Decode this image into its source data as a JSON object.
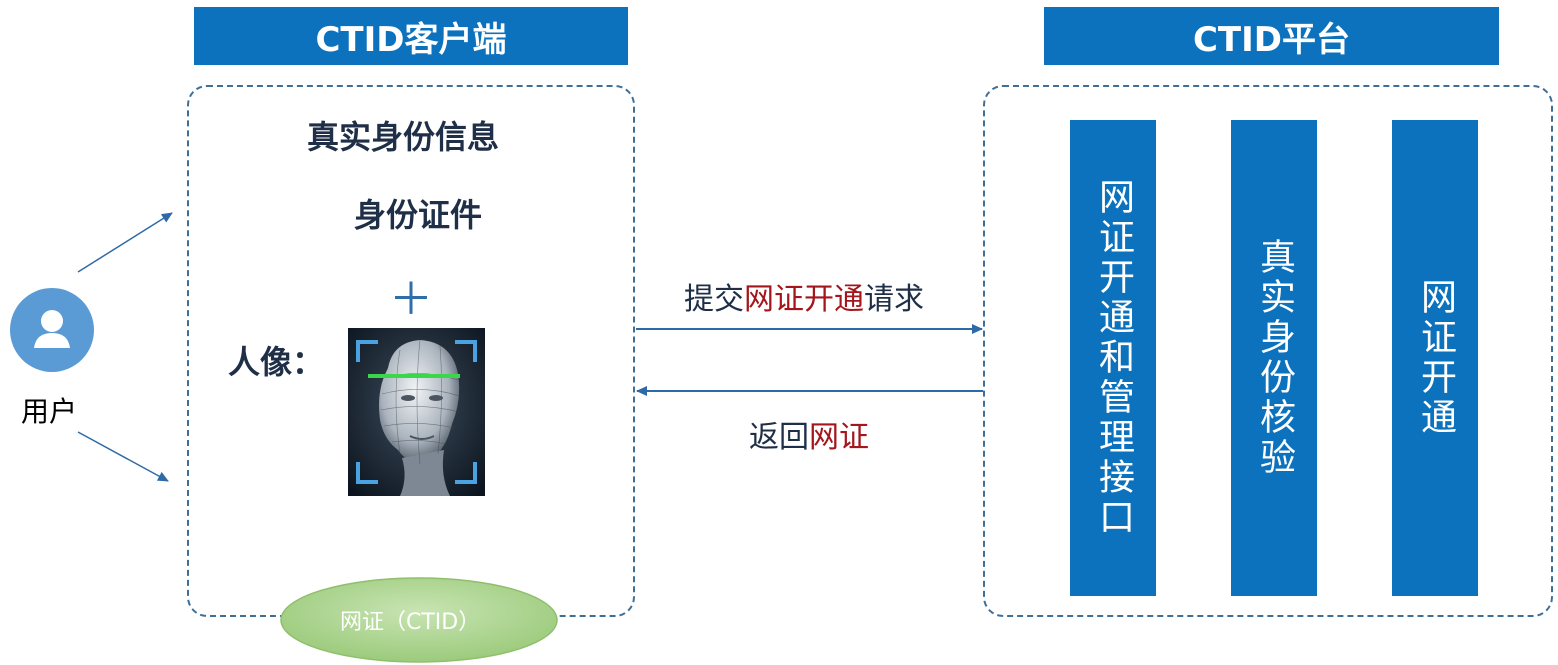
{
  "client": {
    "header": "CTID客户端",
    "line1": "真实身份信息",
    "line2": "身份证件",
    "plus": "＋",
    "portrait_label": "人像：",
    "badge": "网证（CTID）"
  },
  "platform": {
    "header": "CTID平台",
    "columns": [
      "网证开通和管理接口",
      "真实身份核验",
      "网证开通"
    ]
  },
  "user": {
    "label": "用户",
    "icon": "user-icon"
  },
  "arrows": {
    "request": {
      "prefix": "提交",
      "highlight": "网证开通",
      "suffix": "请求"
    },
    "response": {
      "prefix": "返回",
      "highlight": "网证"
    }
  },
  "colors": {
    "header_blue": "#0c72bd",
    "dashed_border": "#3f6f97",
    "highlight_red": "#a3161b",
    "badge_green": "#a9d38c",
    "avatar_blue": "#5b9bd5"
  }
}
